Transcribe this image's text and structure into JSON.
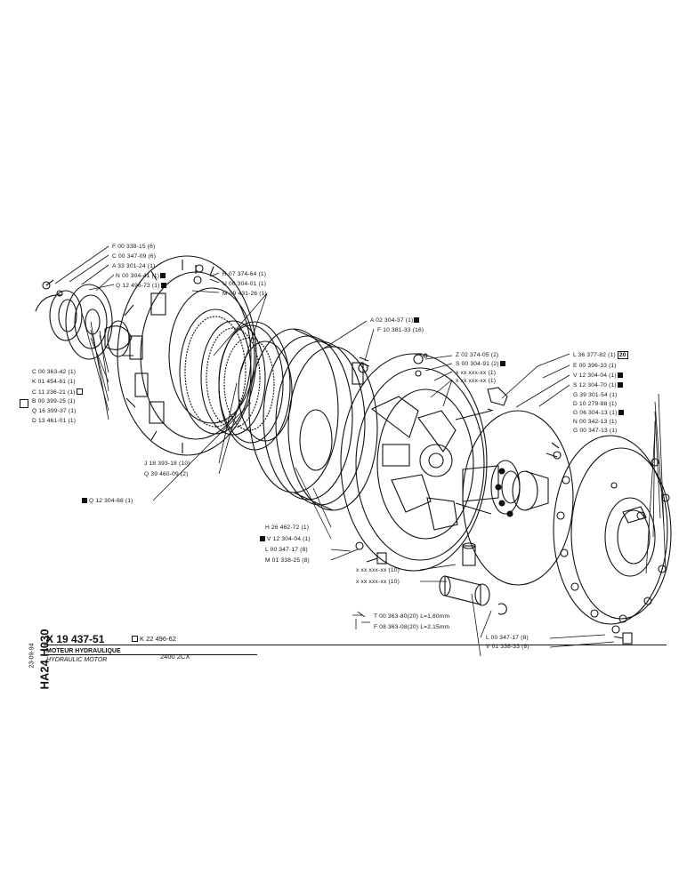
{
  "title_block": {
    "sheet_code": "HA24 H030",
    "date": "23-09-94",
    "part_number": "X 19 437-51",
    "alt_ref": "K 22 496-62",
    "name_fr": "MOTEUR HYDRAULIQUE",
    "name_en": "HYDRAULIC MOTOR",
    "model": "2400 2CX"
  },
  "callouts": [
    {
      "id": "F00338-15",
      "text": "F 00 338-15 (6)"
    },
    {
      "id": "C00347-09",
      "text": "C 00 347-09 (6)"
    },
    {
      "id": "A33301-24",
      "text": "A 33 301-24 (1)"
    },
    {
      "id": "N00304-41",
      "text": "N 00 304-41 (1)",
      "mark": "box"
    },
    {
      "id": "Q12496-73",
      "text": "Q 12 496-73 (1)",
      "mark": "box"
    },
    {
      "id": "R07374-64",
      "text": "R 07 374-64 (1)"
    },
    {
      "id": "U00304-01",
      "text": "U 00 304-01 (1)"
    },
    {
      "id": "M09431-26",
      "text": "M 09 431-26 (1)"
    },
    {
      "id": "A02304-37",
      "text": "A 02 304-37 (1)",
      "mark": "box"
    },
    {
      "id": "F10381-33",
      "text": "F 10 381-33 (16)"
    },
    {
      "id": "Z02374-05",
      "text": "Z 02 374-05 (2)"
    },
    {
      "id": "S00304-91",
      "text": "S 00 304-91 (2)",
      "mark": "box"
    },
    {
      "id": "x1",
      "text": "x xx xxx-xx (1)"
    },
    {
      "id": "x2",
      "text": "x xx xxx-xx (1)"
    },
    {
      "id": "L36377-82",
      "text": "L 36 377-82 (1)",
      "tag": "20"
    },
    {
      "id": "E00396-33",
      "text": "E 00 396-33 (1)"
    },
    {
      "id": "V12304-04a",
      "text": "V 12 304-04 (1)",
      "mark": "box"
    },
    {
      "id": "S12304-70",
      "text": "S 12 304-70 (1)",
      "mark": "box"
    },
    {
      "id": "G39301-54",
      "text": "G 39 301-54 (1)"
    },
    {
      "id": "D10279-88",
      "text": "D 10 279-88 (1)"
    },
    {
      "id": "G06304-13",
      "text": "G 06 304-13 (1)",
      "mark": "box"
    },
    {
      "id": "N00342-13",
      "text": "N 00 342-13 (1)"
    },
    {
      "id": "G00347-13",
      "text": "G 00 347-13 (1)"
    },
    {
      "id": "C00363-42",
      "text": "C 00 363-42 (1)"
    },
    {
      "id": "K01454-61",
      "text": "K 01 454-61 (1)"
    },
    {
      "id": "C11236-21",
      "text": "C 11 236-21 (1)",
      "mark": "open"
    },
    {
      "id": "B00399-25",
      "text": "B 00 399-25 (1)"
    },
    {
      "id": "Q16399-37",
      "text": "Q 16 399-37 (1)"
    },
    {
      "id": "D13461-01",
      "text": "D 13 461-01 (1)"
    },
    {
      "id": "J18393-18",
      "text": "J 18 393-18 (10)"
    },
    {
      "id": "Q39460-09",
      "text": "Q 39 460-09 (2)"
    },
    {
      "id": "Q12304-68",
      "text": "Q 12 304-68 (1)",
      "mark": "lead"
    },
    {
      "id": "H26462-72",
      "text": "H 26 462-72 (1)"
    },
    {
      "id": "V12304-04b",
      "text": "V 12 304-04 (1)",
      "mark": "lead"
    },
    {
      "id": "L00347-17a",
      "text": "L 00 347-17 (8)"
    },
    {
      "id": "M01338-25",
      "text": "M 01 338-25 (8)"
    },
    {
      "id": "x3",
      "text": "x xx xxx-xx (10)"
    },
    {
      "id": "x4",
      "text": "x xx xxx-xx (10)"
    },
    {
      "id": "T00363-80",
      "text": "T 00 363-80(20) L=1,60mm"
    },
    {
      "id": "F08363-08",
      "text": "F 08 363-08(20) L=2,15mm"
    },
    {
      "id": "L00347-17b",
      "text": "L 00 347-17 (8)"
    },
    {
      "id": "V01338-33",
      "text": "V 01 338-33 (8)"
    }
  ]
}
